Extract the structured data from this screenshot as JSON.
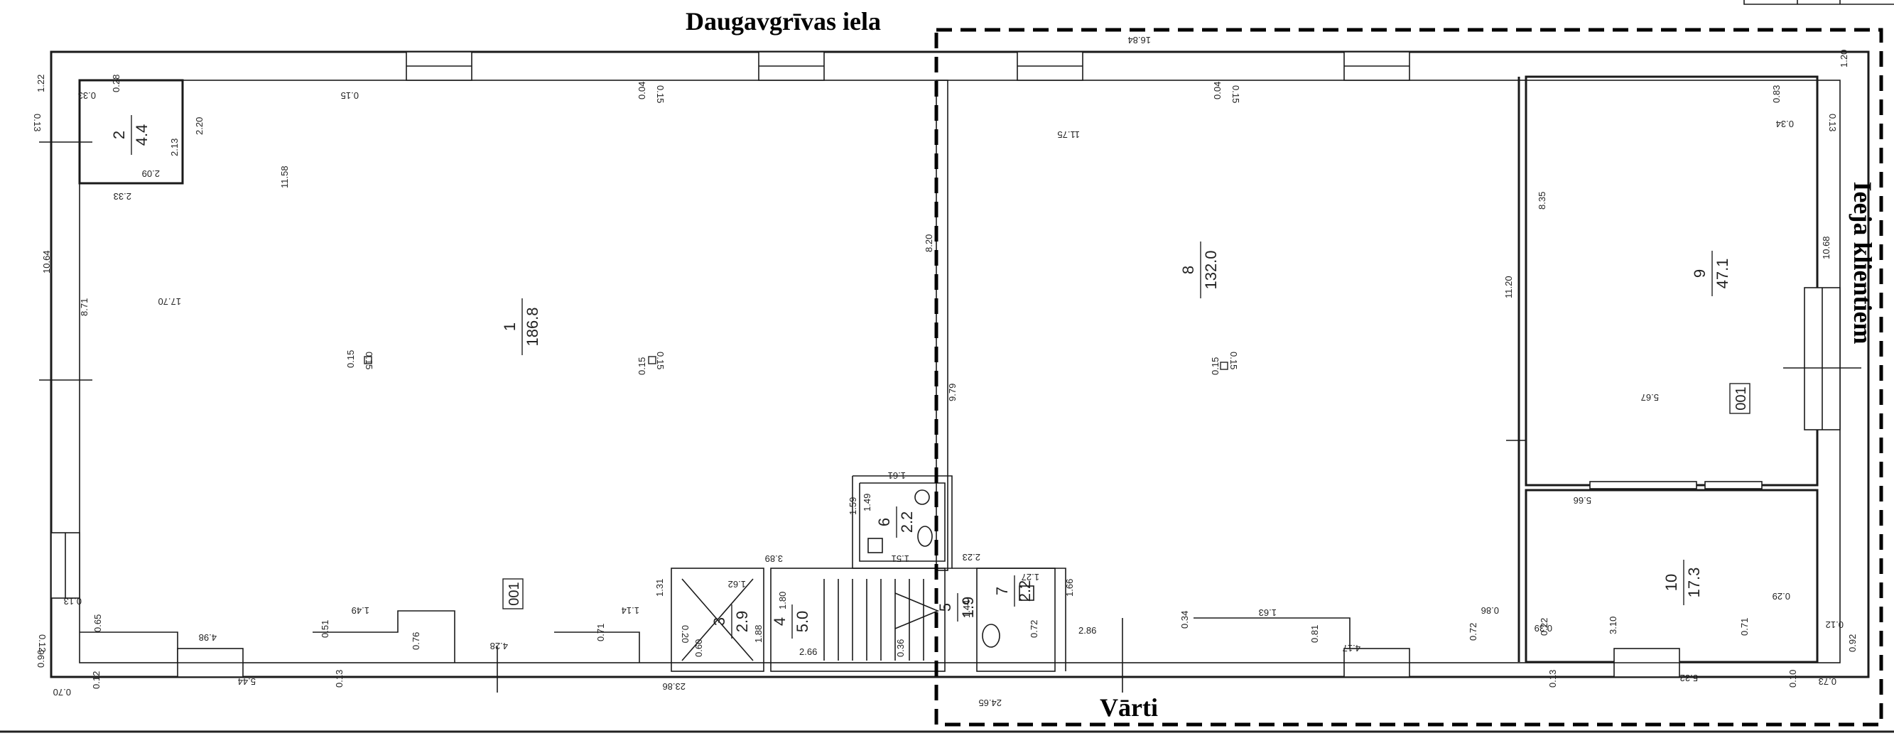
{
  "labels": {
    "street": "Daugavgrīvas iela",
    "gate": "Vārti",
    "entrance": "Ieeja klientiem"
  },
  "rooms": [
    {
      "num": "1",
      "area": "186.8"
    },
    {
      "num": "2",
      "area": "4.4"
    },
    {
      "num": "3",
      "area": "2.9"
    },
    {
      "num": "4",
      "area": "5.0"
    },
    {
      "num": "5",
      "area": "1.9"
    },
    {
      "num": "6",
      "area": "2.2"
    },
    {
      "num": "7",
      "area": "2.2"
    },
    {
      "num": "8",
      "area": "132.0"
    },
    {
      "num": "9",
      "area": "47.1"
    },
    {
      "num": "10",
      "area": "17.3"
    }
  ],
  "level_code": "001",
  "dimensions": {
    "d1": "16.84",
    "d2": "1.20",
    "d3": "0.13",
    "d4": "0.83",
    "d5": "0.34",
    "d6": "1.22",
    "d7": "0.13",
    "d8": "0.28",
    "d9": "0.33",
    "d10": "2.13",
    "d11": "2.09",
    "d12": "2.20",
    "d13": "2.33",
    "d14": "11.58",
    "d15": "10.64",
    "d16": "8.71",
    "d17": "17.70",
    "d18": "0.15",
    "d19": "0.04",
    "d20": "0.15",
    "d21": "8.20",
    "d22": "11.75",
    "d23": "0.04",
    "d24": "0.15",
    "d25": "8.35",
    "d26": "10.68",
    "d27": "11.20",
    "d28": "5.67",
    "d29": "5.66",
    "d30": "9.79",
    "d31": "1.61",
    "d32": "1.59",
    "d33": "1.49",
    "d34": "1.51",
    "d35": "3.89",
    "d36": "2.23",
    "d37": "1.66",
    "d38": "0.13",
    "d39": "0.65",
    "d40": "4.98",
    "d41": "1.49",
    "d42": "0.51",
    "d43": "0.76",
    "d44": "4.28",
    "d45": "0.71",
    "d46": "1.14",
    "d47": "1.31",
    "d48": "1.62",
    "d49": "0.20",
    "d50": "1.88",
    "d51": "0.60",
    "d52": "1.80",
    "d53": "2.66",
    "d54": "0.36",
    "d55": "1.44",
    "d56": "0.72",
    "d57": "1.27",
    "d58": "2.86",
    "d59": "0.34",
    "d60": "1.63",
    "d61": "0.81",
    "d62": "4.17",
    "d63": "0.72",
    "d64": "0.86",
    "d65": "0.39",
    "d66": "0.22",
    "d67": "3.10",
    "d68": "0.29",
    "d69": "0.71",
    "d70": "0.12",
    "d71": "0.12",
    "d72": "0.96",
    "d73": "0.70",
    "d74": "0.12",
    "d75": "5.44",
    "d76": "0.13",
    "d77": "23.86",
    "d78": "24.65",
    "d79": "0.13",
    "d80": "5.32",
    "d81": "0.10",
    "d82": "0.73",
    "d83": "0.92",
    "d84": "0.15",
    "d85": "0.15",
    "d86": "0.15",
    "d87": "0.15",
    "d88": "0.15",
    "d89": "0.15"
  }
}
